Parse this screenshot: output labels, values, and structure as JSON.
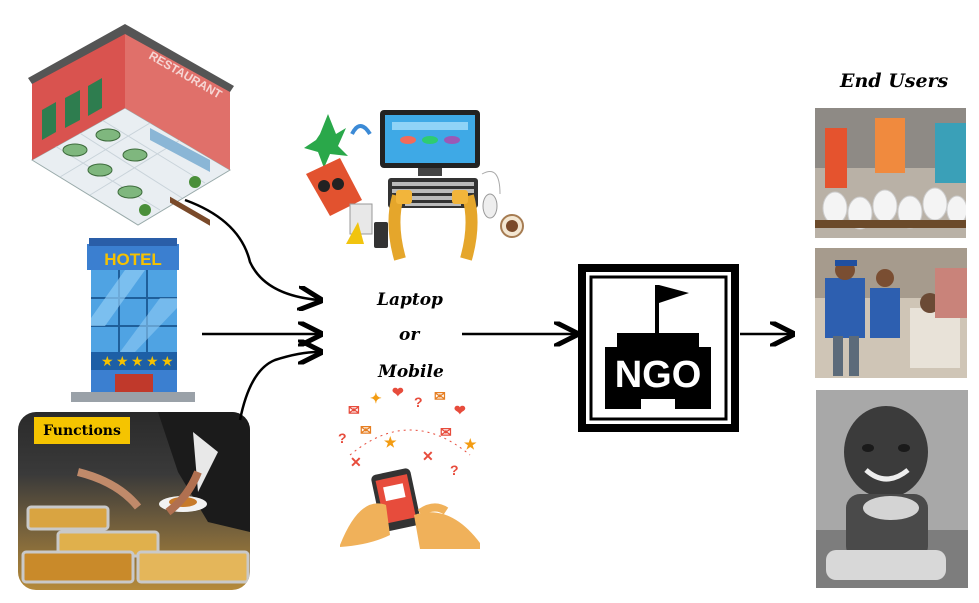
{
  "sources": {
    "restaurant_sign": "RESTAURANT",
    "hotel_sign": "HOTEL",
    "functions_label": "Functions"
  },
  "device": {
    "line1": "Laptop",
    "line2": "or",
    "line3": "Mobile"
  },
  "ngo": {
    "label": "NGO"
  },
  "end_users": {
    "title": "End Users"
  }
}
